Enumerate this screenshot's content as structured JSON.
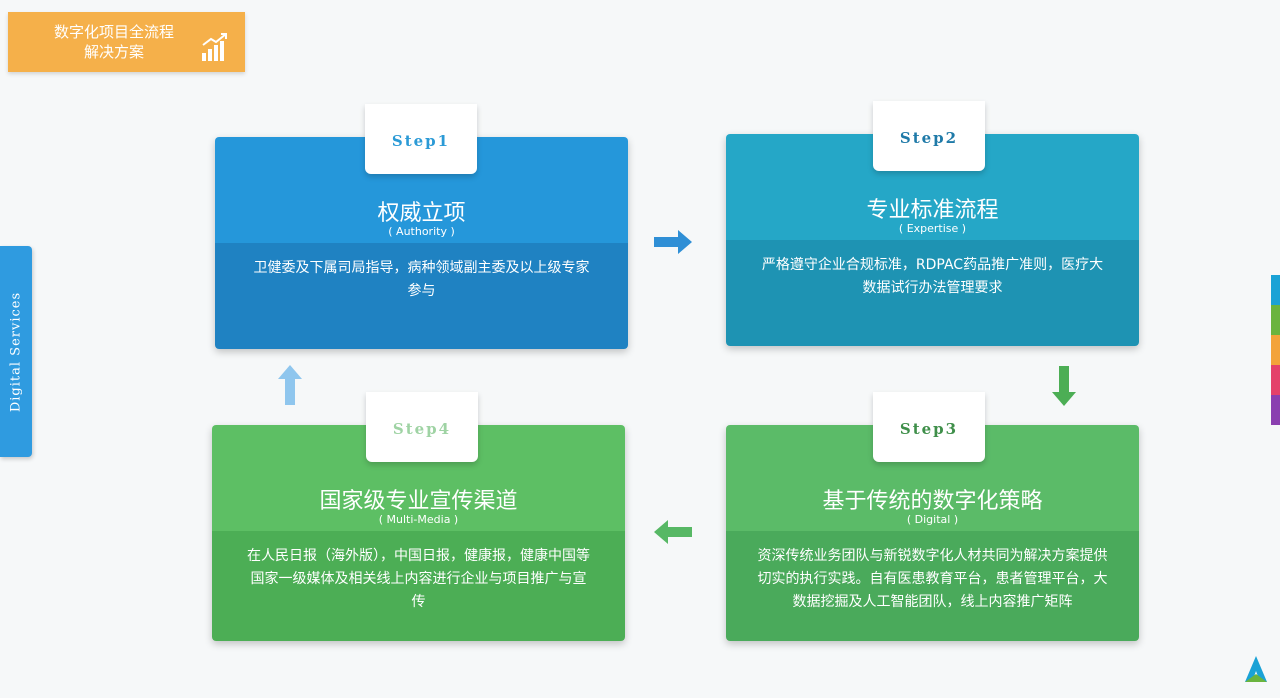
{
  "header": {
    "title": "数字化项目全流程\n解决方案"
  },
  "side_tab": {
    "label": "Digital    Services"
  },
  "colors": {
    "accent_orange": "#f5b04a",
    "blue": "#2597da",
    "teal": "#25a7c7",
    "green": "#5bbb68",
    "swatches": [
      "#1aa2d6",
      "#6ab43e",
      "#f3a33a",
      "#e4416a",
      "#8a3fb0"
    ]
  },
  "steps": [
    {
      "tab": "Step1",
      "tab_color": "#2b9ad6",
      "title": "权威立项",
      "subtitle": "( Authority )",
      "description": "卫健委及下属司局指导，病种领域副主委及以上级专家参与"
    },
    {
      "tab": "Step2",
      "tab_color": "#1f7aa8",
      "title": "专业标准流程",
      "subtitle": "( Expertise )",
      "description": "严格遵守企业合规标准，RDPAC药品推广准则，医疗大数据试行办法管理要求"
    },
    {
      "tab": "Step3",
      "tab_color": "#3f8f4a",
      "title": "基于传统的数字化策略",
      "subtitle": "( Digital )",
      "description": "资深传统业务团队与新锐数字化人材共同为解决方案提供切实的执行实践。自有医患教育平台，患者管理平台，大数据挖掘及人工智能团队，线上内容推广矩阵"
    },
    {
      "tab": "Step4",
      "tab_color": "#9fd3a4",
      "title": "国家级专业宣传渠道",
      "subtitle": "( Multi-Media )",
      "description": "在人民日报（海外版），中国日报，健康报，健康中国等国家一级媒体及相关线上内容进行企业与项目推广与宣传"
    }
  ],
  "icons": [
    "bar-chart-icon",
    "arrow-right-icon",
    "arrow-down-icon",
    "arrow-left-icon",
    "arrow-up-icon",
    "logo-icon"
  ]
}
